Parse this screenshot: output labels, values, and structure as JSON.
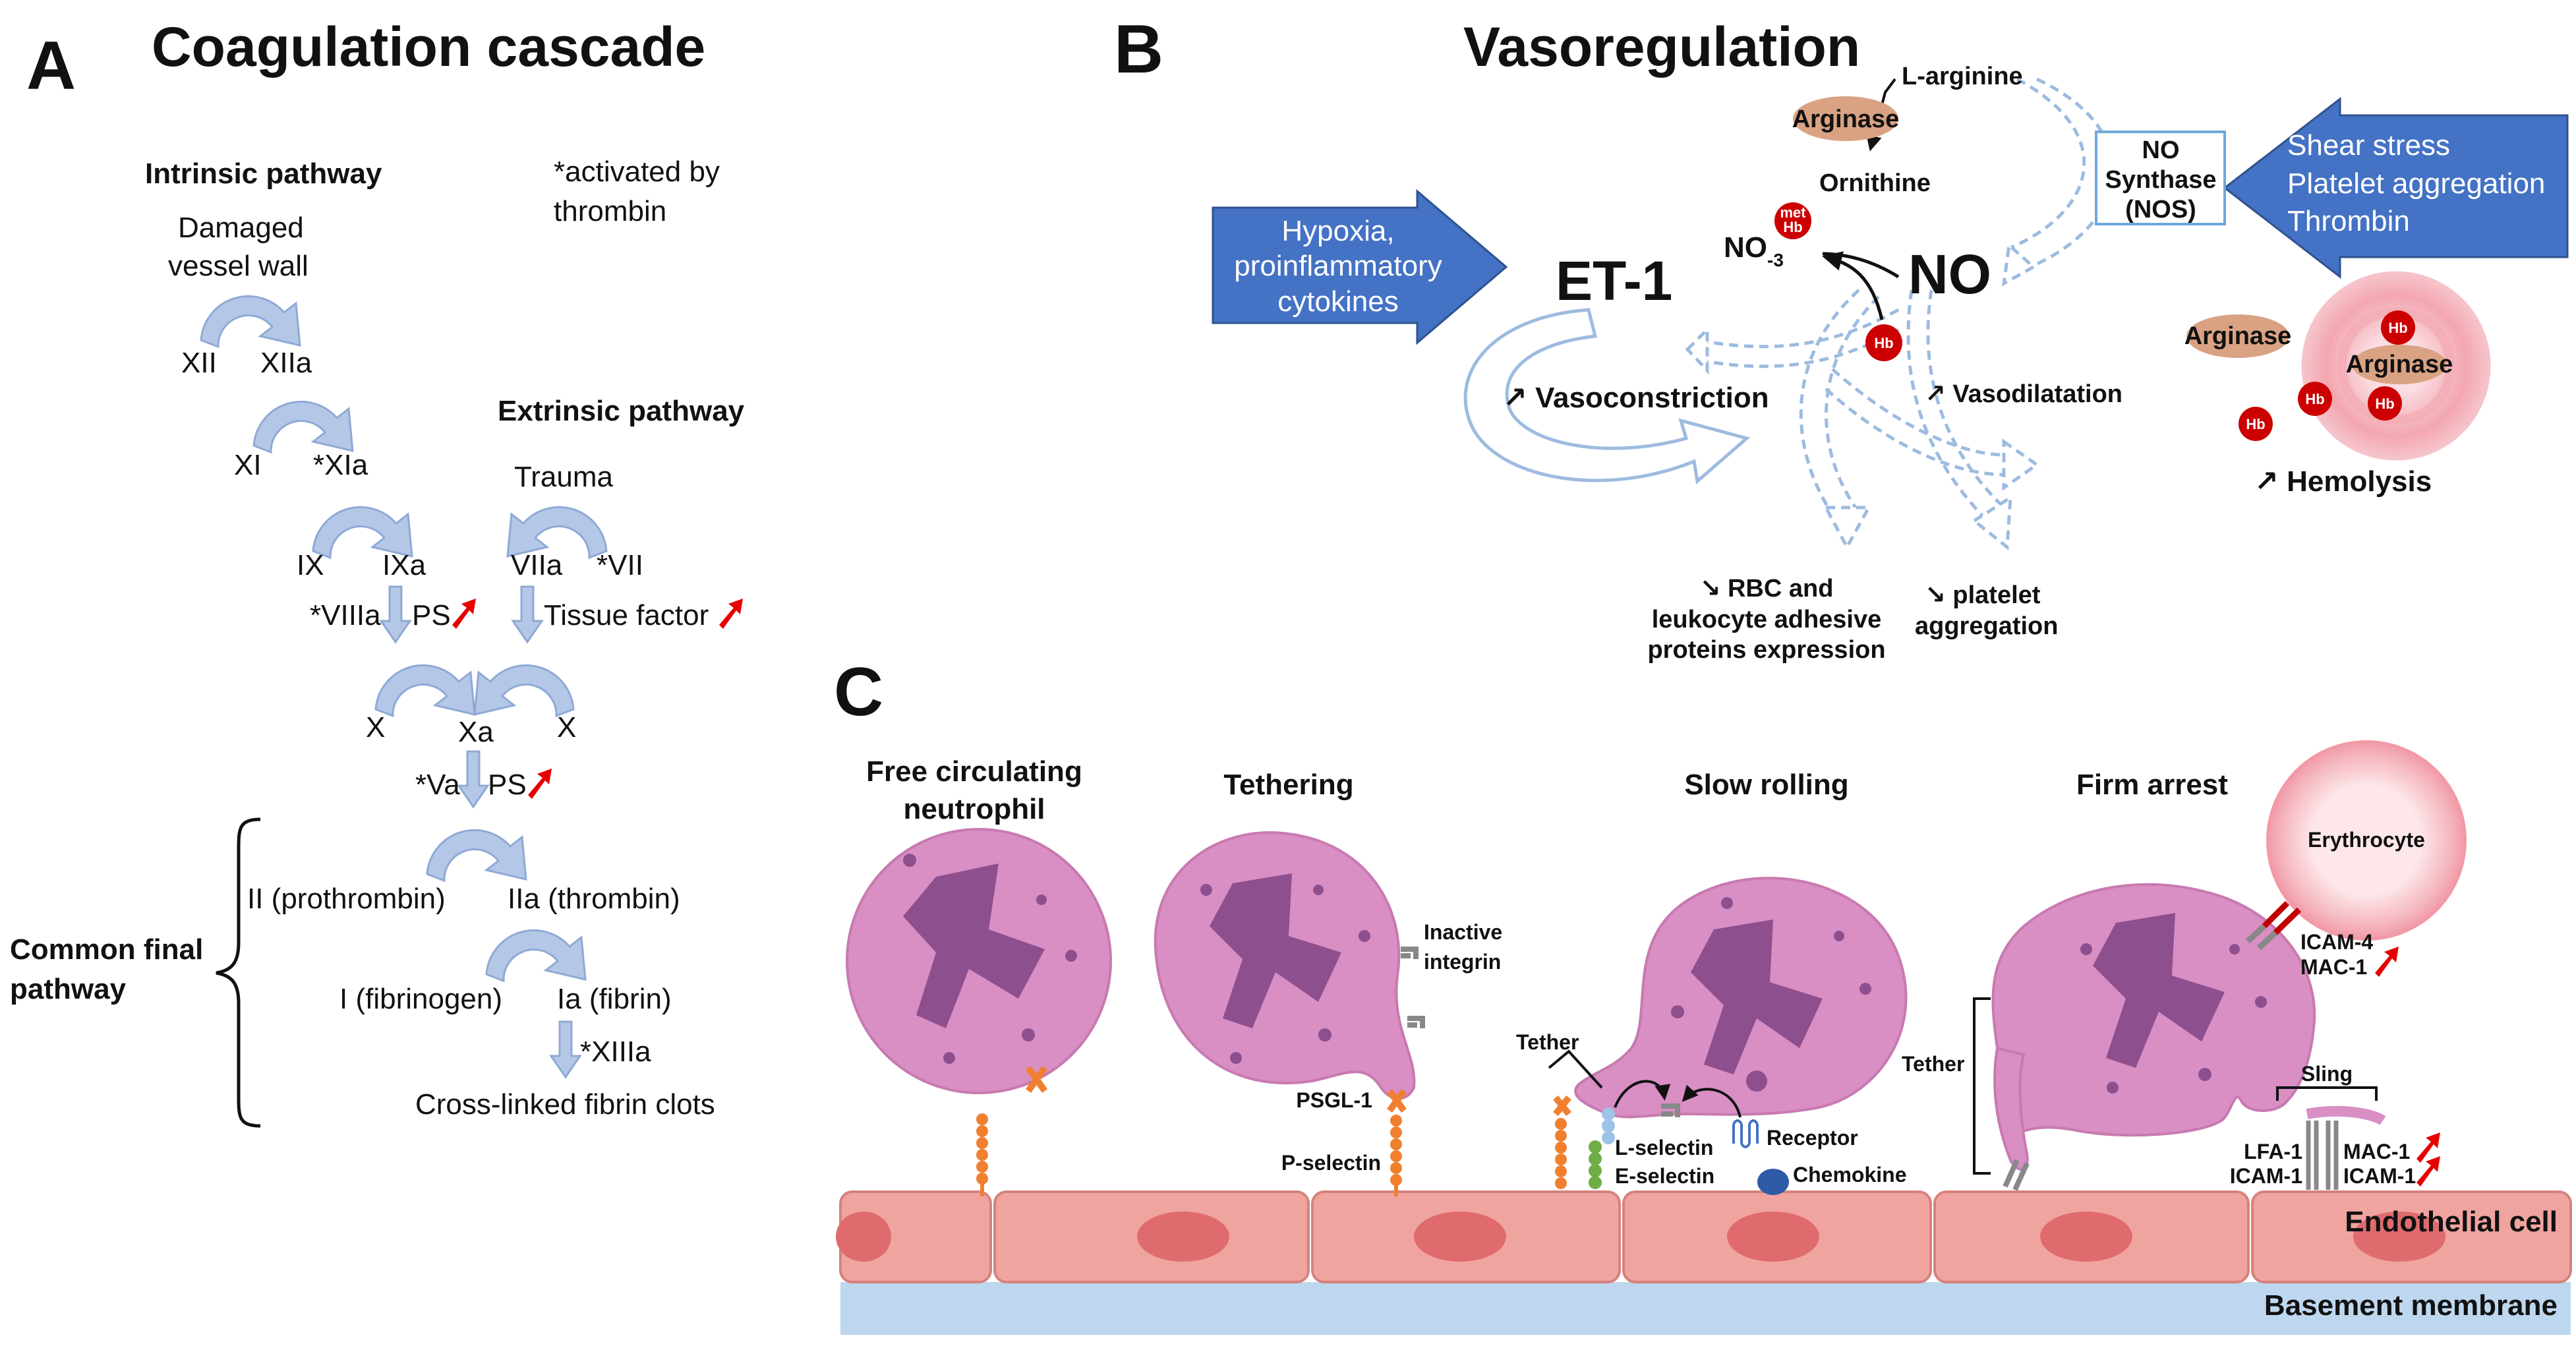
{
  "panel_a": {
    "letter": "A",
    "title": "Coagulation cascade",
    "intrinsic_title": "Intrinsic pathway",
    "extrinsic_title": "Extrinsic pathway",
    "note": [
      "*activated by",
      "thrombin"
    ],
    "damaged": [
      "Damaged",
      "vessel wall"
    ],
    "trauma": "Trauma",
    "xii": "XII",
    "xiia": "XIIa",
    "xi": "XI",
    "xia": "*XIa",
    "ix": "IX",
    "ixa": "IXa",
    "viia": "VIIa",
    "vii": "*VII",
    "viiia": "*VIIIa",
    "ps1": "PS",
    "tissue_factor": "Tissue factor",
    "x_left": "X",
    "xa": "Xa",
    "x_right": "X",
    "va": "*Va",
    "ps2": "PS",
    "prothrombin": "II (prothrombin)",
    "thrombin": "IIa (thrombin)",
    "fibrinogen": "I (fibrinogen)",
    "fibrin": "Ia (fibrin)",
    "xiiia": "*XIIIa",
    "clots": "Cross-linked fibrin clots",
    "common": [
      "Common final",
      "pathway"
    ]
  },
  "panel_b": {
    "letter": "B",
    "title": "Vasoregulation",
    "hypoxia": [
      "Hypoxia,",
      "proinflammatory",
      "cytokines"
    ],
    "shear": [
      "Shear stress",
      "Platelet aggregation",
      "Thrombin"
    ],
    "nos": [
      "NO",
      "Synthase",
      "(NOS)"
    ],
    "l_arginine": "L-arginine",
    "arginase": "Arginase",
    "ornithine": "Ornithine",
    "no3": "NO",
    "no3_sub": "-3",
    "no": "NO",
    "et1": "ET-1",
    "vasoconstriction": "↗ Vasoconstriction",
    "vasodilatation": "↗ Vasodilatation",
    "rbc": [
      "↘ RBC and",
      "leukocyte adhesive",
      "proteins expression"
    ],
    "platelet": [
      "↘ platelet",
      "aggregation"
    ],
    "arginase2": "Arginase",
    "arginase3": "Arginase",
    "hb": "Hb",
    "methb": [
      "met",
      "Hb"
    ],
    "hemolysis": "↗ Hemolysis"
  },
  "panel_c": {
    "letter": "C",
    "stage1": [
      "Free circulating",
      "neutrophil"
    ],
    "stage2": "Tethering",
    "stage3": "Slow rolling",
    "stage4": "Firm arrest",
    "inactive": [
      "Inactive",
      "integrin"
    ],
    "psgl1": "PSGL-1",
    "pselectin": "P-selectin",
    "tether": "Tether",
    "lselectin": "L-selectin",
    "eselectin": "E-selectin",
    "receptor": "Receptor",
    "chemokine": "Chemokine",
    "tether2": "Tether",
    "erythrocyte": "Erythrocyte",
    "icam4": "ICAM-4",
    "mac1": "MAC-1",
    "sling": "Sling",
    "lfa1": "LFA-1",
    "icam1a": "ICAM-1",
    "mac1b": "MAC-1",
    "icam1b": "ICAM-1",
    "endothelial": "Endothelial cell",
    "basement": "Basement membrane"
  },
  "colors": {
    "blue_arrow": "#4472c4",
    "cascade_arrow": "#b4c7e7",
    "neutrophil": "#d98ec4",
    "nucleus": "#8e4f8f",
    "endothelium": "#f0a4a0",
    "basement": "#bdd7ee",
    "red": "#e60000",
    "hb": "#cc0000",
    "arginase": "#d9a383",
    "selectin_orange": "#f08030"
  }
}
